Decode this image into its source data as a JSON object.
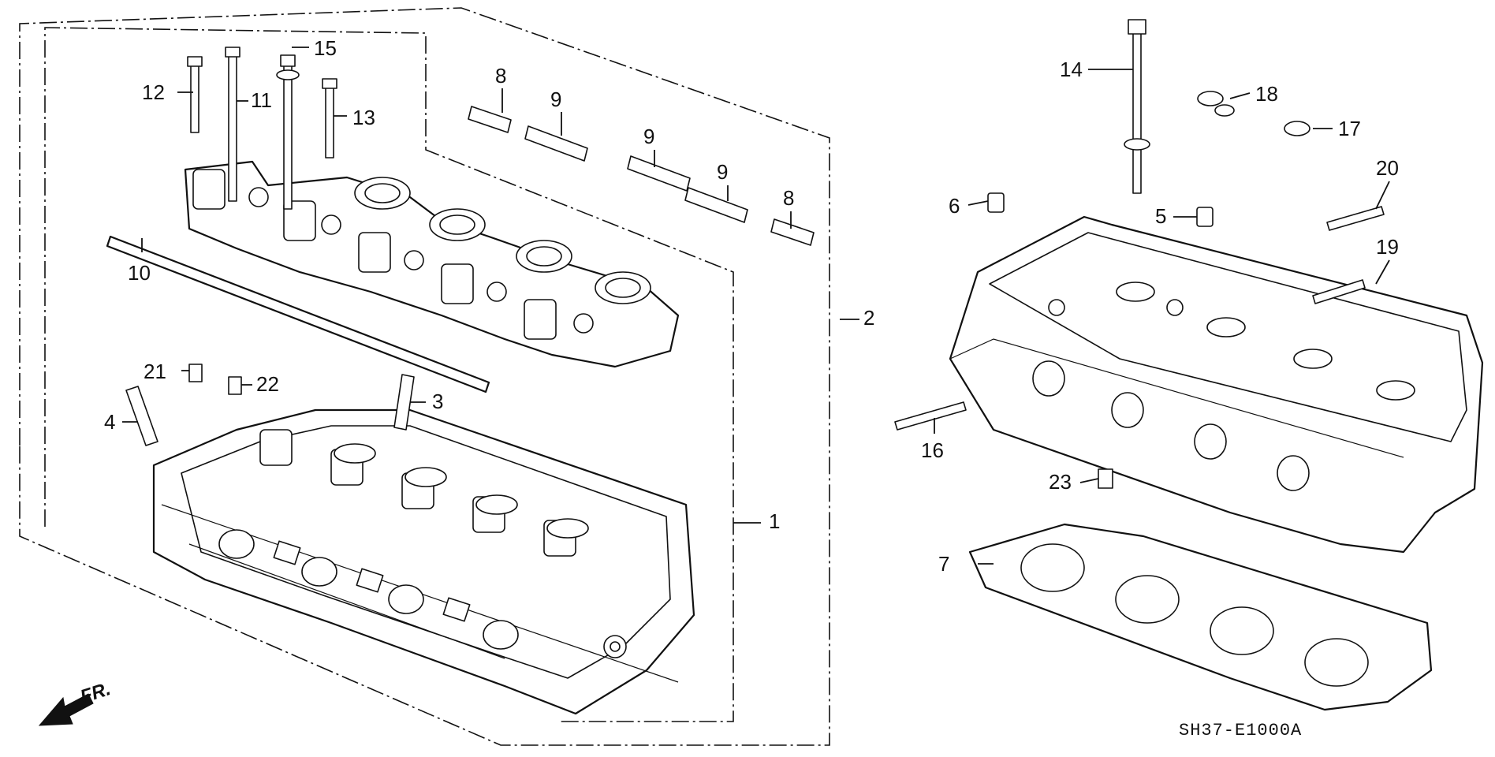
{
  "diagram": {
    "code": "SH37-E1000A",
    "direction_label": "FR.",
    "parts": [
      {
        "id": "1",
        "label": "1"
      },
      {
        "id": "2",
        "label": "2"
      },
      {
        "id": "3",
        "label": "3"
      },
      {
        "id": "4",
        "label": "4"
      },
      {
        "id": "5",
        "label": "5"
      },
      {
        "id": "6",
        "label": "6"
      },
      {
        "id": "7",
        "label": "7"
      },
      {
        "id": "8a",
        "label": "8"
      },
      {
        "id": "8b",
        "label": "8"
      },
      {
        "id": "9a",
        "label": "9"
      },
      {
        "id": "9b",
        "label": "9"
      },
      {
        "id": "9c",
        "label": "9"
      },
      {
        "id": "10",
        "label": "10"
      },
      {
        "id": "11",
        "label": "11"
      },
      {
        "id": "12",
        "label": "12"
      },
      {
        "id": "13",
        "label": "13"
      },
      {
        "id": "14",
        "label": "14"
      },
      {
        "id": "15",
        "label": "15"
      },
      {
        "id": "16",
        "label": "16"
      },
      {
        "id": "17",
        "label": "17"
      },
      {
        "id": "18",
        "label": "18"
      },
      {
        "id": "19",
        "label": "19"
      },
      {
        "id": "20",
        "label": "20"
      },
      {
        "id": "21",
        "label": "21"
      },
      {
        "id": "22",
        "label": "22"
      },
      {
        "id": "23",
        "label": "23"
      }
    ]
  }
}
